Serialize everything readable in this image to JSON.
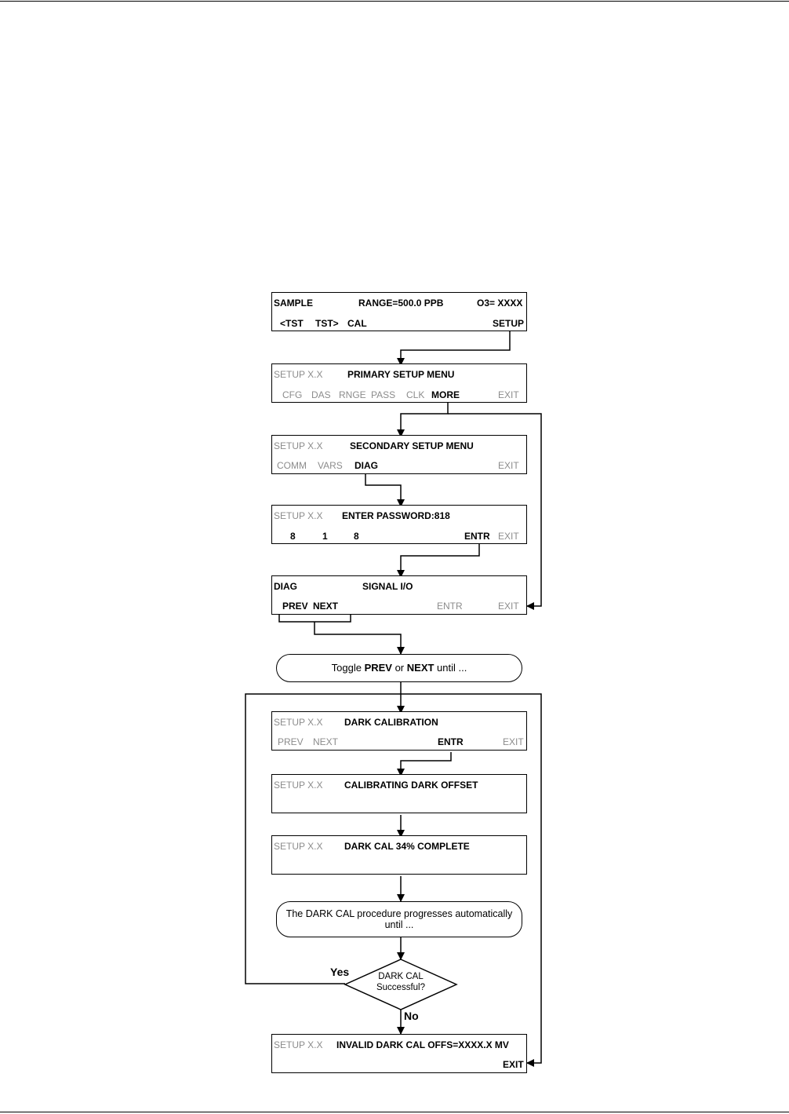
{
  "screens": {
    "s1": {
      "status": "SAMPLE",
      "title": "RANGE=500.0 PPB",
      "value": "O3= XXXX",
      "k1": "<TST",
      "k2": "TST>",
      "k3": "CAL",
      "k4": "SETUP"
    },
    "s2": {
      "status": "SETUP X.X",
      "title": "PRIMARY SETUP MENU",
      "k1": "CFG",
      "k2": "DAS",
      "k3": "RNGE",
      "k4": "PASS",
      "k5": "CLK",
      "k6": "MORE",
      "k7": "EXIT"
    },
    "s3": {
      "status": "SETUP X.X",
      "title": "SECONDARY SETUP MENU",
      "k1": "COMM",
      "k2": "VARS",
      "k3": "DIAG",
      "k4": "EXIT"
    },
    "s4": {
      "status": "SETUP X.X",
      "title": "ENTER PASSWORD:818",
      "k1": "8",
      "k2": "1",
      "k3": "8",
      "k4": "ENTR",
      "k5": "EXIT"
    },
    "s5": {
      "status": "DIAG",
      "title": "SIGNAL I/O",
      "k1": "PREV",
      "k2": "NEXT",
      "k3": "ENTR",
      "k4": "EXIT"
    },
    "s6": {
      "status": "SETUP X.X",
      "title": "DARK CALIBRATION",
      "k1": "PREV",
      "k2": "NEXT",
      "k3": "ENTR",
      "k4": "EXIT"
    },
    "s7": {
      "status": "SETUP X.X",
      "title": "CALIBRATING DARK OFFSET"
    },
    "s8": {
      "status": "SETUP X.X",
      "title": "DARK CAL 34% COMPLETE"
    },
    "s9": {
      "status": "SETUP X.X",
      "title": "INVALID DARK CAL OFFS=XXXX.X MV",
      "k1": "EXIT"
    }
  },
  "toggle": {
    "pre": "Toggle ",
    "prev": "PREV",
    "mid": " or ",
    "next": "NEXT",
    "post": " until ..."
  },
  "progress_note": {
    "line1": "The DARK CAL procedure progresses automatically",
    "line2": "until ..."
  },
  "decision": {
    "line1": "DARK CAL",
    "line2": "Successful?",
    "yes": "Yes",
    "no": "No"
  }
}
